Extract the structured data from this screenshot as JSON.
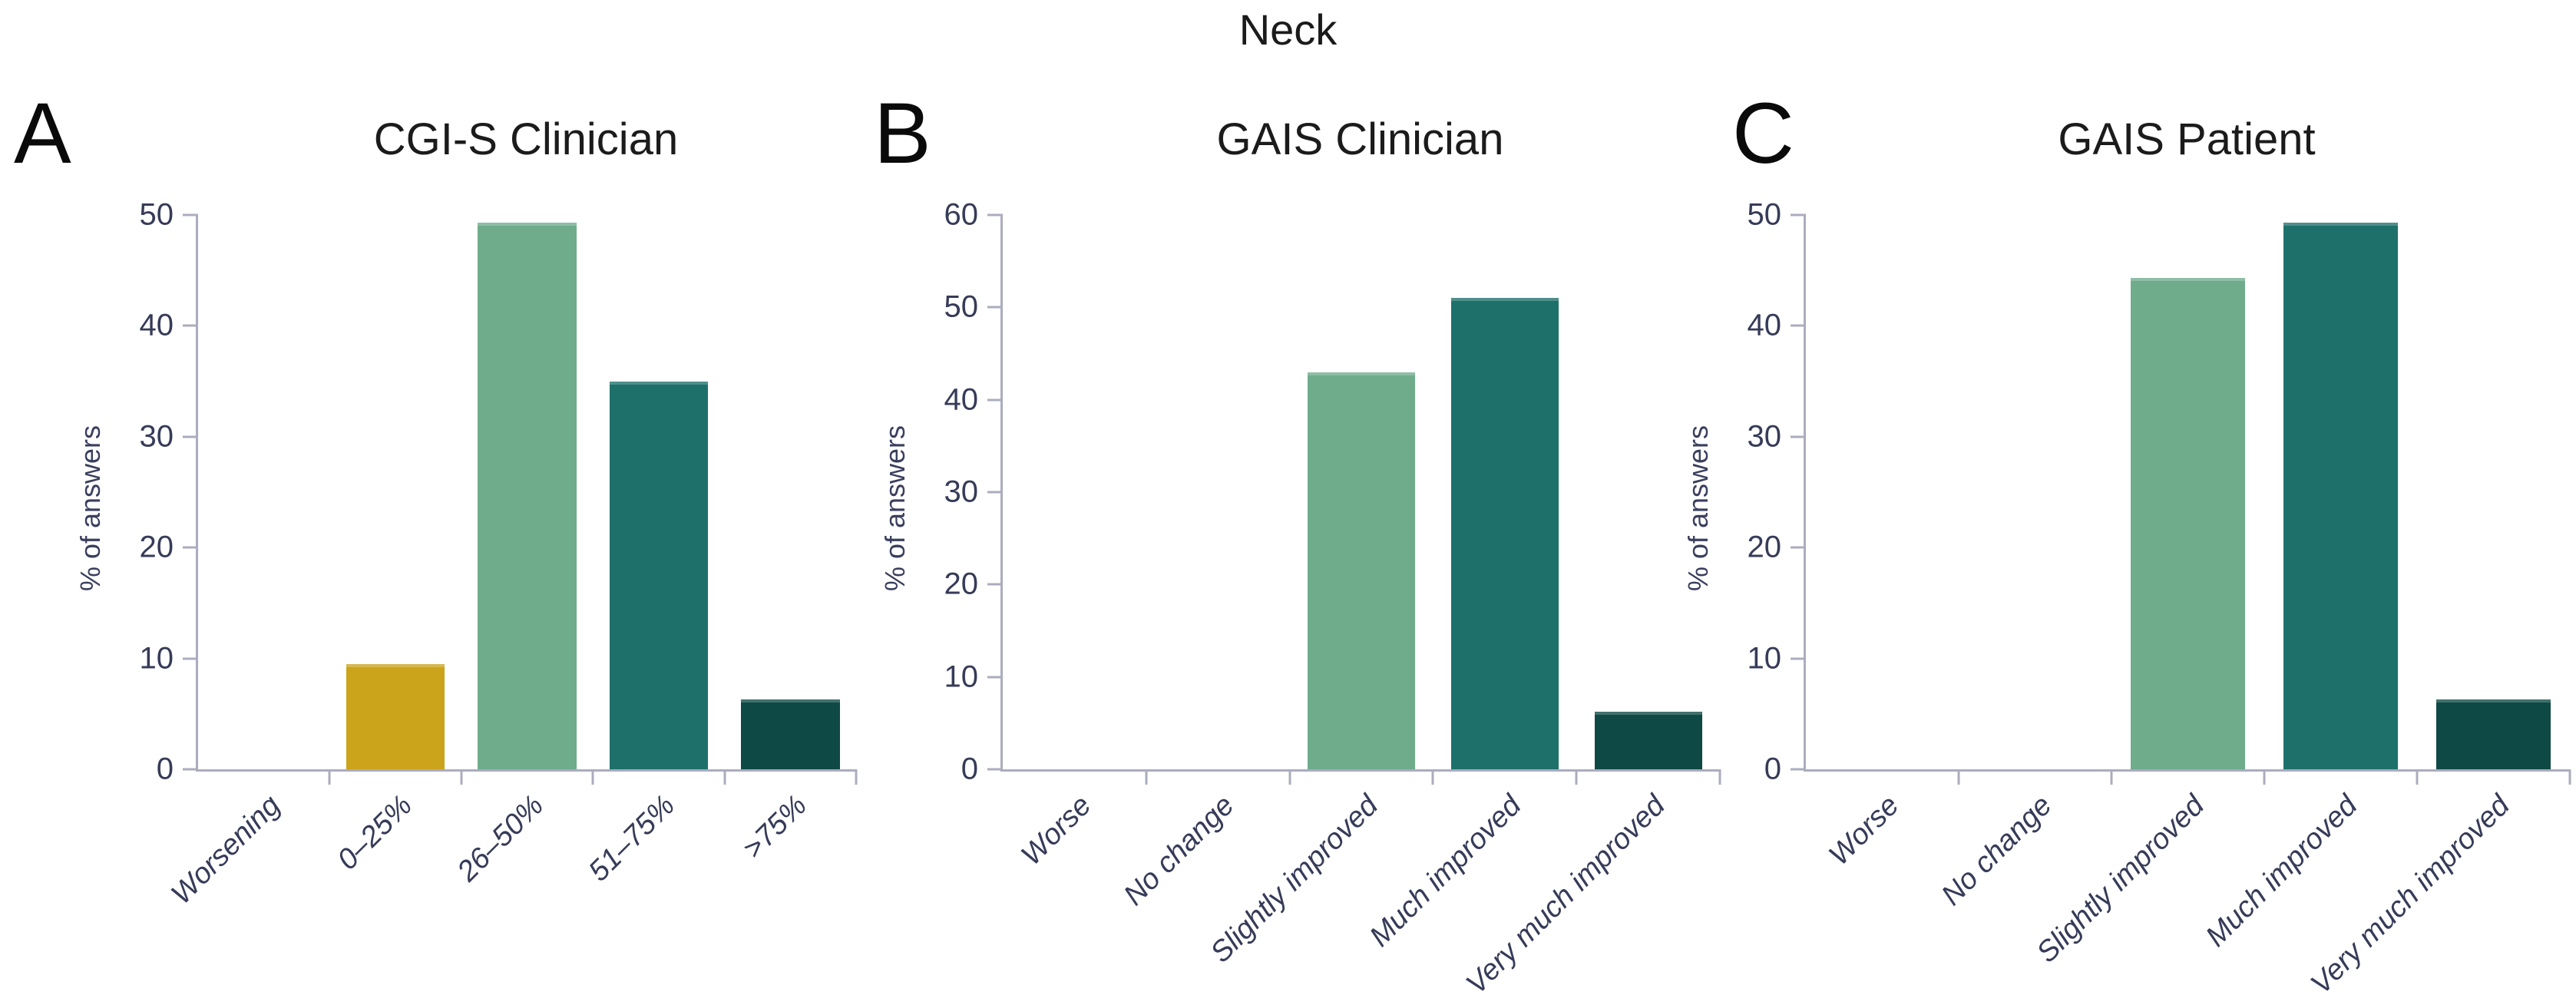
{
  "figure": {
    "title": "Neck"
  },
  "palette": {
    "gold": "#cca41c",
    "light_green": "#6fac8c",
    "teal": "#1e706b",
    "dark_teal": "#0e4945",
    "axis_line": "#abacbe",
    "tick_text": "#363b58",
    "title_text": "#1b1b1b"
  },
  "chart_data": [
    {
      "type": "bar",
      "panel_letter": "A",
      "title": "CGI-S Clinician",
      "ylabel": "% of answers",
      "ylim": [
        0,
        50
      ],
      "ytick_step": 10,
      "grid": false,
      "legend": "none",
      "categories": [
        "Worsening",
        "0–25%",
        "26–50%",
        "51–75%",
        ">75%"
      ],
      "values": [
        0,
        9.5,
        49.3,
        35,
        6.3
      ],
      "bar_colors": [
        "#cca41c",
        "#cca41c",
        "#6fac8c",
        "#1e706b",
        "#0e4945"
      ]
    },
    {
      "type": "bar",
      "panel_letter": "B",
      "title": "GAIS Clinician",
      "ylabel": "% of answers",
      "ylim": [
        0,
        60
      ],
      "ytick_step": 10,
      "grid": false,
      "legend": "none",
      "categories": [
        "Worse",
        "No change",
        "Slightly improved",
        "Much improved",
        "Very much improved"
      ],
      "values": [
        0,
        0,
        43,
        51,
        6.2
      ],
      "bar_colors": [
        "#6fac8c",
        "#6fac8c",
        "#6fac8c",
        "#1e706b",
        "#0e4945"
      ]
    },
    {
      "type": "bar",
      "panel_letter": "C",
      "title": "GAIS Patient",
      "ylabel": "% of answers",
      "ylim": [
        0,
        50
      ],
      "ytick_step": 10,
      "grid": false,
      "legend": "none",
      "categories": [
        "Worse",
        "No change",
        "Slightly improved",
        "Much improved",
        "Very much improved"
      ],
      "values": [
        0,
        0,
        44.3,
        49.3,
        6.3
      ],
      "bar_colors": [
        "#6fac8c",
        "#6fac8c",
        "#6fac8c",
        "#1e706b",
        "#0e4945"
      ]
    }
  ]
}
